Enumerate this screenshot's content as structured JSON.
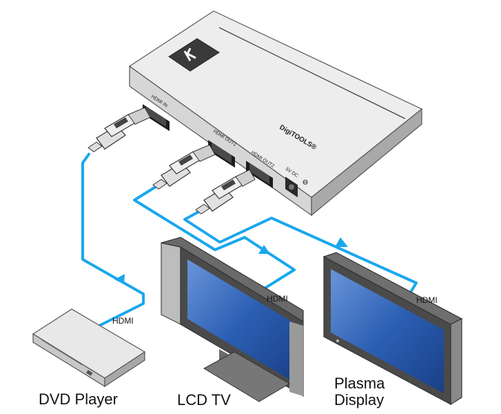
{
  "device": {
    "port_in": "HDMI IN",
    "port_out1": "HDMI OUT1",
    "port_out2": "HDMI OUT2",
    "power": "5V DC",
    "brand": "DigiTOOLS®"
  },
  "links": {
    "dvd": "HDMI",
    "lcd": "HDMI",
    "plasma": "HDMI"
  },
  "devices": {
    "dvd": "DVD Player",
    "lcd": "LCD TV",
    "plasma_line1": "Plasma",
    "plasma_line2": "Display"
  },
  "colors": {
    "cable": "#1aa7ec",
    "device_body": "#d9d9d9",
    "screen": "#1b4f9c"
  }
}
